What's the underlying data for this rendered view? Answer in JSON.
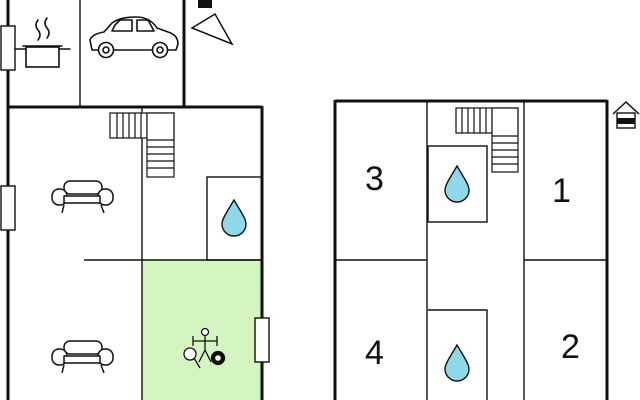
{
  "colors": {
    "wall": "#111111",
    "game_room": "#d5f5c0",
    "water": "#8fd8ea",
    "background": "#ffffff"
  },
  "icons": {
    "kitchen": "cooking-pot-icon",
    "garage": "car-icon",
    "north": "north-arrow-icon",
    "living": "sofa-icon",
    "bathroom": "water-drop-icon",
    "stairs": "staircase-icon",
    "games": "ping-pong-foosball-billiards-icon",
    "upper_floor": "house-floor-icon"
  },
  "upper_floor": {
    "bedrooms": [
      {
        "number": "3"
      },
      {
        "number": "1"
      },
      {
        "number": "4"
      },
      {
        "number": "2"
      }
    ]
  }
}
